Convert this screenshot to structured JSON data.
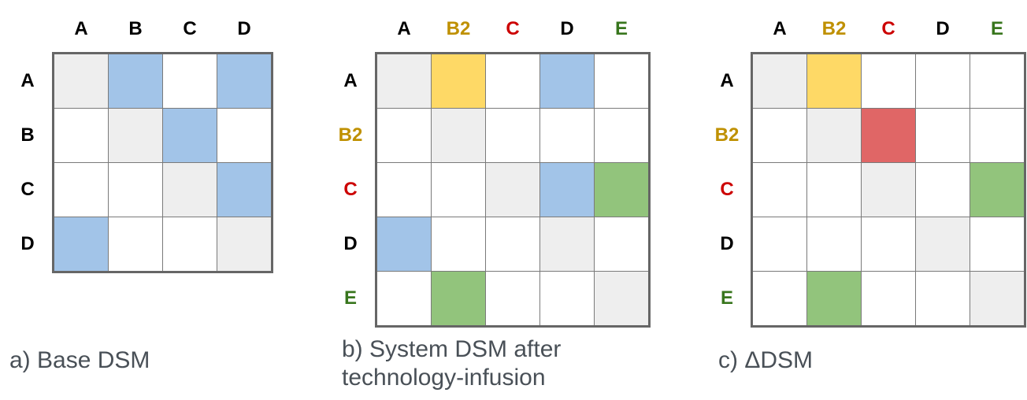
{
  "colors": {
    "diagonal": "#eeeeee",
    "blue": "#a2c4e8",
    "yellow": "#fed966",
    "green": "#92c47c",
    "red": "#e06666",
    "empty": "#ffffff",
    "label_default": "#000000",
    "label_yellow": "#bf9000",
    "label_red": "#cc0000",
    "label_green": "#38761d",
    "border": "#666666",
    "caption": "#495057"
  },
  "panels": [
    {
      "id": "base",
      "caption_lines": [
        "a) Base DSM"
      ],
      "labels": [
        {
          "text": "A",
          "color": "label_default"
        },
        {
          "text": "B",
          "color": "label_default"
        },
        {
          "text": "C",
          "color": "label_default"
        },
        {
          "text": "D",
          "color": "label_default"
        }
      ],
      "cells": [
        [
          "diagonal",
          "blue",
          "empty",
          "blue"
        ],
        [
          "empty",
          "diagonal",
          "blue",
          "empty"
        ],
        [
          "empty",
          "empty",
          "diagonal",
          "blue"
        ],
        [
          "blue",
          "empty",
          "empty",
          "diagonal"
        ]
      ]
    },
    {
      "id": "system",
      "caption_lines": [
        "b) System DSM after",
        "technology-infusion"
      ],
      "labels": [
        {
          "text": "A",
          "color": "label_default"
        },
        {
          "text": "B2",
          "color": "label_yellow"
        },
        {
          "text": "C",
          "color": "label_red"
        },
        {
          "text": "D",
          "color": "label_default"
        },
        {
          "text": "E",
          "color": "label_green"
        }
      ],
      "cells": [
        [
          "diagonal",
          "yellow",
          "empty",
          "blue",
          "empty"
        ],
        [
          "empty",
          "diagonal",
          "empty",
          "empty",
          "empty"
        ],
        [
          "empty",
          "empty",
          "diagonal",
          "blue",
          "green"
        ],
        [
          "blue",
          "empty",
          "empty",
          "diagonal",
          "empty"
        ],
        [
          "empty",
          "green",
          "empty",
          "empty",
          "diagonal"
        ]
      ]
    },
    {
      "id": "delta",
      "caption_lines": [
        "c) ΔDSM"
      ],
      "labels": [
        {
          "text": "A",
          "color": "label_default"
        },
        {
          "text": "B2",
          "color": "label_yellow"
        },
        {
          "text": "C",
          "color": "label_red"
        },
        {
          "text": "D",
          "color": "label_default"
        },
        {
          "text": "E",
          "color": "label_green"
        }
      ],
      "cells": [
        [
          "diagonal",
          "yellow",
          "empty",
          "empty",
          "empty"
        ],
        [
          "empty",
          "diagonal",
          "red",
          "empty",
          "empty"
        ],
        [
          "empty",
          "empty",
          "diagonal",
          "empty",
          "green"
        ],
        [
          "empty",
          "empty",
          "empty",
          "diagonal",
          "empty"
        ],
        [
          "empty",
          "green",
          "empty",
          "empty",
          "diagonal"
        ]
      ]
    }
  ]
}
